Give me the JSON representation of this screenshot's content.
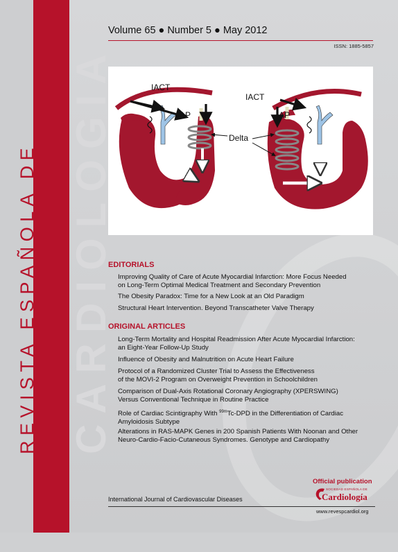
{
  "cover": {
    "title_line1": "REVISTA ESPAÑOLA DE",
    "title_line2": "CARDIOLOGIA",
    "issue_line": "Volume 65 ● Number 5 ● May 2012",
    "issn": "ISSN: 1885-5857",
    "brand_red": "#b6122a"
  },
  "figure": {
    "labels": {
      "iact": "IACT",
      "ap": "AP",
      "delta": "Delta"
    },
    "heart_color": "#a3172e",
    "vessel_color": "#9ec4e6"
  },
  "editorials": {
    "heading": "EDITORIALS",
    "items": [
      {
        "line1": "Improving Quality of Care of Acute Myocardial Infarction: More Focus Needed",
        "line2": "on Long-Term Optimal Medical Treatment and Secondary Prevention"
      },
      {
        "line1": "The Obesity Paradox: Time for a New Look at an Old Paradigm"
      },
      {
        "line1": "Structural Heart Intervention. Beyond Transcatheter Valve Therapy"
      }
    ]
  },
  "original_articles": {
    "heading": "ORIGINAL ARTICLES",
    "items": [
      {
        "line1": "Long-Term Mortality and Hospital Readmission After Acute Myocardial Infarction:",
        "line2": "an Eight-Year Follow-Up Study"
      },
      {
        "line1": "Influence of Obesity and Malnutrition on Acute Heart Failure"
      },
      {
        "line1": "Protocol of a Randomized Cluster Trial to Assess the Effectiveness",
        "line2": "of the MOVI-2 Program on Overweight Prevention in Schoolchildren"
      },
      {
        "line1": "Comparison of Dual-Axis Rotational Coronary Angiography (XPERSWING)",
        "line2": "Versus Conventional Technique in Routine Practice"
      },
      {
        "line1_pre": "Role of Cardiac Scintigraphy With ",
        "line1_sup": "99m",
        "line1_post": "Tc-DPD in the Differentiation of Cardiac",
        "line2": "Amyloidosis Subtype"
      },
      {
        "line1": "Alterations in RAS-MAPK Genes in 200 Spanish Patients With Noonan and Other",
        "line2": "Neuro-Cardio-Facio-Cutaneous Syndromes. Genotype and Cardiopathy"
      }
    ]
  },
  "footer": {
    "subtitle": "International Journal of Cardiovascular Diseases",
    "official": "Official publication",
    "society": "SOCIEDAD ESPAÑOLA DE",
    "society_logo_word": "Cardiología",
    "url": "www.revespcardiol.org"
  }
}
